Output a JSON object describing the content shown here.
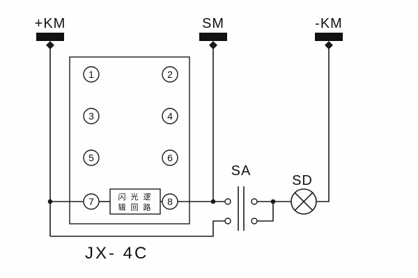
{
  "terminals": {
    "left": "+KM",
    "middle": "SM",
    "right": "-KM"
  },
  "device": {
    "model": "JX- 4C",
    "pins": [
      "1",
      "2",
      "3",
      "4",
      "5",
      "6",
      "7",
      "8"
    ],
    "inner_label_line1": "闪 光 逻",
    "inner_label_line2": "辑 回 路"
  },
  "switch_sa": {
    "label": "SA"
  },
  "lamp_sd": {
    "label": "SD"
  },
  "colors": {
    "line": "#1a1a1a",
    "terminal_fill": "#111111",
    "background": "#ffffff"
  }
}
